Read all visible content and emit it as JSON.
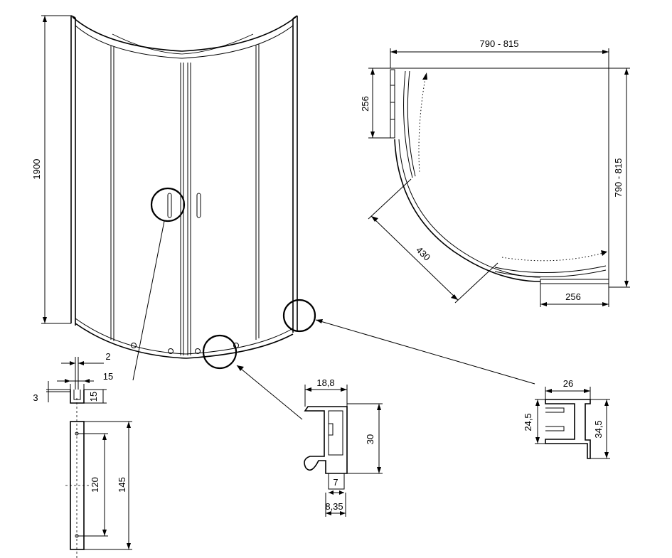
{
  "dimensions": {
    "height": "1900",
    "top_width": "790 - 815",
    "right_depth": "790 - 815",
    "top_left_fixed": "256",
    "bottom_fixed": "256",
    "radius_span": "430",
    "bracket_gap": "2",
    "bracket_width": "15",
    "bracket_offset": "3",
    "bracket_height": "15",
    "bracket_hole_spacing": "120",
    "bracket_length": "145",
    "door_profile_width": "18,8",
    "door_profile_height": "30",
    "door_profile_slot": "7",
    "door_profile_bottom": "8,35",
    "wall_profile_width": "26",
    "wall_profile_height": "24,5",
    "wall_profile_total": "34,5"
  }
}
